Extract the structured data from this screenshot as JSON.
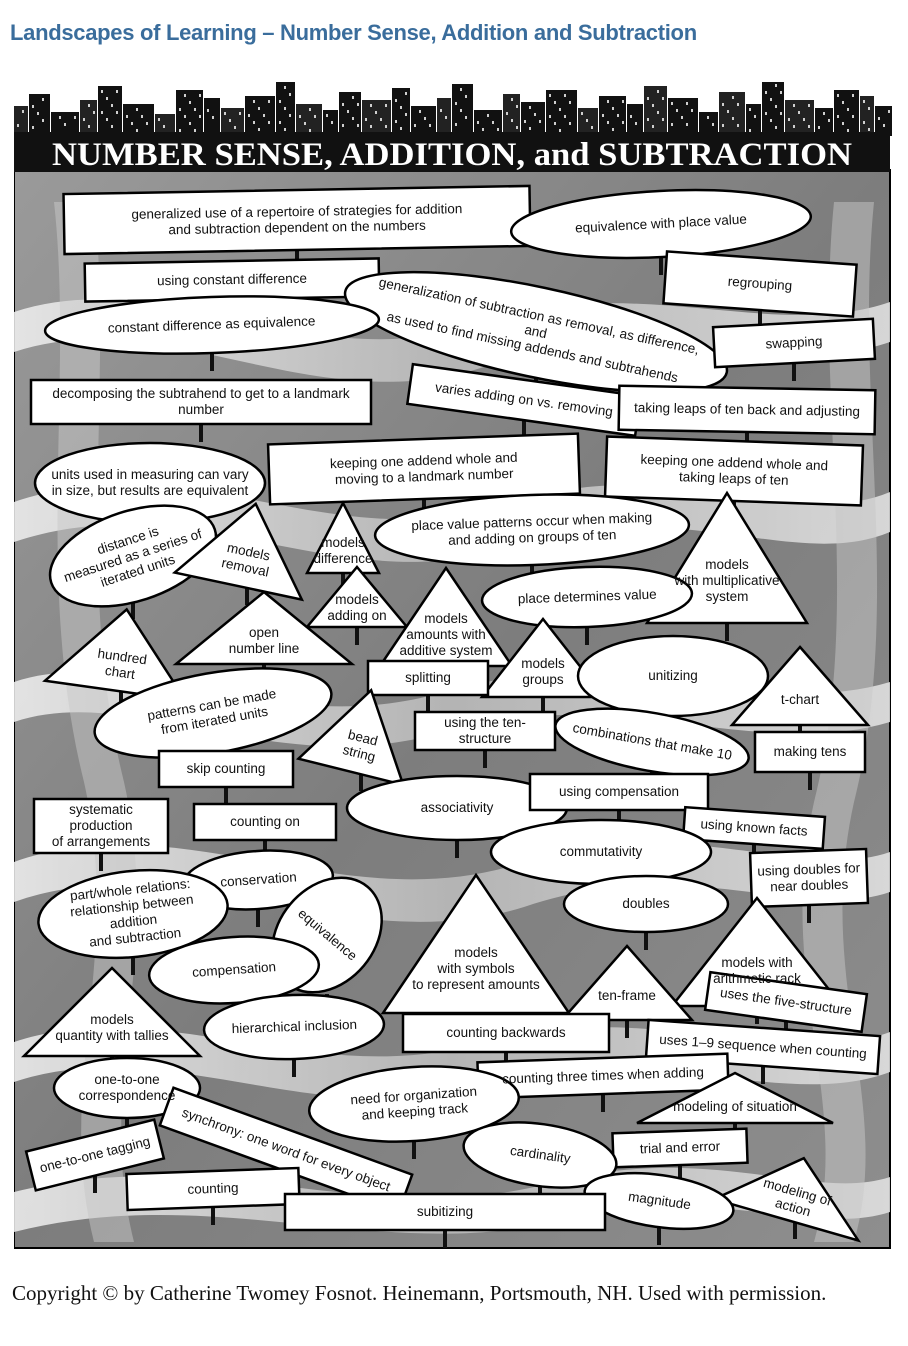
{
  "header": {
    "text": "Landscapes of Learning – Number Sense, Addition and Subtraction"
  },
  "poster": {
    "title": "NUMBER SENSE, ADDITION, and SUBTRACTION"
  },
  "footer": {
    "text": "Copyright © by Catherine Twomey Fosnot. Heinemann, Portsmouth, NH. Used with permission."
  },
  "colors": {
    "header": "#3a6d9c",
    "panel": "#8c8c8c",
    "banner": "#111111"
  },
  "nodes": [
    {
      "id": "generalized-use",
      "shape": "rect",
      "text": "generalized use of a repertoire of strategies for addition\nand subtraction dependent on the numbers"
    },
    {
      "id": "equivalence-place-value",
      "shape": "ellipse",
      "text": "equivalence with place value"
    },
    {
      "id": "using-constant-difference",
      "shape": "rect",
      "text": "using constant difference"
    },
    {
      "id": "regrouping",
      "shape": "rect",
      "text": "regrouping"
    },
    {
      "id": "generalization-subtraction",
      "shape": "ellipse",
      "text": "generalization of subtraction as removal, as difference, and\nas used to find missing addends and subtrahends"
    },
    {
      "id": "constant-difference-equivalence",
      "shape": "ellipse",
      "text": "constant difference as equivalence"
    },
    {
      "id": "swapping",
      "shape": "rect",
      "text": "swapping"
    },
    {
      "id": "decomposing-subtrahend",
      "shape": "rect",
      "text": "decomposing the subtrahend to get to a landmark number"
    },
    {
      "id": "varies-adding-on",
      "shape": "rect",
      "text": "varies adding on vs. removing"
    },
    {
      "id": "leaps-ten-back",
      "shape": "rect",
      "text": "taking leaps of ten back and adjusting"
    },
    {
      "id": "units-measuring",
      "shape": "ellipse",
      "text": "units used in measuring can vary\nin size, but results are equivalent"
    },
    {
      "id": "keeping-addend-landmark",
      "shape": "rect",
      "text": "keeping one addend whole and\nmoving to a landmark number"
    },
    {
      "id": "keeping-addend-leaps",
      "shape": "rect",
      "text": "keeping one addend whole and\ntaking leaps of ten"
    },
    {
      "id": "distance-iterated",
      "shape": "ellipse",
      "text": "distance is\nmeasured as a series of\niterated units"
    },
    {
      "id": "models-removal",
      "shape": "triangle",
      "text": "models\nremoval"
    },
    {
      "id": "models-difference",
      "shape": "triangle",
      "text": "models\ndifference"
    },
    {
      "id": "place-value-patterns",
      "shape": "ellipse",
      "text": "place value patterns occur when making\nand adding on groups of ten"
    },
    {
      "id": "models-multiplicative",
      "shape": "triangle",
      "text": "models\nwith multiplicative\nsystem"
    },
    {
      "id": "models-adding-on",
      "shape": "triangle",
      "text": "models\nadding on"
    },
    {
      "id": "models-additive",
      "shape": "triangle",
      "text": "models\namounts with\nadditive system"
    },
    {
      "id": "place-determines-value",
      "shape": "ellipse",
      "text": "place determines value"
    },
    {
      "id": "open-number-line",
      "shape": "triangle",
      "text": "open\nnumber line"
    },
    {
      "id": "hundred-chart",
      "shape": "triangle",
      "text": "hundred\nchart"
    },
    {
      "id": "models-groups",
      "shape": "triangle",
      "text": "models\ngroups"
    },
    {
      "id": "unitizing",
      "shape": "ellipse",
      "text": "unitizing"
    },
    {
      "id": "t-chart",
      "shape": "triangle",
      "text": "t-chart"
    },
    {
      "id": "splitting",
      "shape": "rect",
      "text": "splitting"
    },
    {
      "id": "patterns-iterated",
      "shape": "ellipse",
      "text": "patterns can be made\nfrom iterated units"
    },
    {
      "id": "bead-string",
      "shape": "triangle",
      "text": "bead\nstring"
    },
    {
      "id": "ten-structure",
      "shape": "rect",
      "text": "using the ten-structure"
    },
    {
      "id": "combinations-10",
      "shape": "ellipse",
      "text": "combinations that make 10"
    },
    {
      "id": "making-tens",
      "shape": "rect",
      "text": "making tens"
    },
    {
      "id": "skip-counting",
      "shape": "rect",
      "text": "skip counting"
    },
    {
      "id": "associativity",
      "shape": "ellipse",
      "text": "associativity"
    },
    {
      "id": "using-compensation",
      "shape": "rect",
      "text": "using compensation"
    },
    {
      "id": "systematic-production",
      "shape": "rect",
      "text": "systematic production\nof arrangements"
    },
    {
      "id": "counting-on",
      "shape": "rect",
      "text": "counting on"
    },
    {
      "id": "known-facts",
      "shape": "rect",
      "text": "using known facts"
    },
    {
      "id": "commutativity",
      "shape": "ellipse",
      "text": "commutativity"
    },
    {
      "id": "doubles-near",
      "shape": "rect",
      "text": "using doubles for\nnear doubles"
    },
    {
      "id": "conservation",
      "shape": "ellipse",
      "text": "conservation"
    },
    {
      "id": "part-whole",
      "shape": "ellipse",
      "text": "part/whole relations:\nrelationship between addition\nand subtraction"
    },
    {
      "id": "doubles",
      "shape": "ellipse",
      "text": "doubles"
    },
    {
      "id": "equivalence",
      "shape": "ellipse",
      "text": "equivalence"
    },
    {
      "id": "models-symbols",
      "shape": "triangle",
      "text": "models\nwith symbols\nto represent amounts"
    },
    {
      "id": "arithmetic-rack",
      "shape": "triangle",
      "text": "models with\narithmetic rack"
    },
    {
      "id": "compensation",
      "shape": "ellipse",
      "text": "compensation"
    },
    {
      "id": "ten-frame",
      "shape": "triangle",
      "text": "ten-frame"
    },
    {
      "id": "five-structure",
      "shape": "rect",
      "text": "uses the five-structure"
    },
    {
      "id": "models-tallies",
      "shape": "triangle",
      "text": "models\nquantity with tallies"
    },
    {
      "id": "hierarchical-inclusion",
      "shape": "ellipse",
      "text": "hierarchical inclusion"
    },
    {
      "id": "counting-backwards",
      "shape": "rect",
      "text": "counting backwards"
    },
    {
      "id": "sequence-1-9",
      "shape": "rect",
      "text": "uses 1–9 sequence when counting"
    },
    {
      "id": "one-to-one-corr",
      "shape": "ellipse",
      "text": "one-to-one\ncorrespondence"
    },
    {
      "id": "counting-three-times",
      "shape": "rect",
      "text": "counting three times when adding"
    },
    {
      "id": "need-organization",
      "shape": "ellipse",
      "text": "need for organization\nand keeping track"
    },
    {
      "id": "modeling-situation",
      "shape": "triangle",
      "text": "modeling of situation"
    },
    {
      "id": "synchrony",
      "shape": "rect",
      "text": "synchrony: one word for every object"
    },
    {
      "id": "trial-error",
      "shape": "rect",
      "text": "trial and error"
    },
    {
      "id": "one-to-one-tagging",
      "shape": "rect",
      "text": "one-to-one tagging"
    },
    {
      "id": "cardinality",
      "shape": "ellipse",
      "text": "cardinality"
    },
    {
      "id": "modeling-action",
      "shape": "triangle",
      "text": "modeling of action"
    },
    {
      "id": "counting",
      "shape": "rect",
      "text": "counting"
    },
    {
      "id": "magnitude",
      "shape": "ellipse",
      "text": "magnitude"
    },
    {
      "id": "subitizing",
      "shape": "rect",
      "text": "subitizing"
    }
  ]
}
